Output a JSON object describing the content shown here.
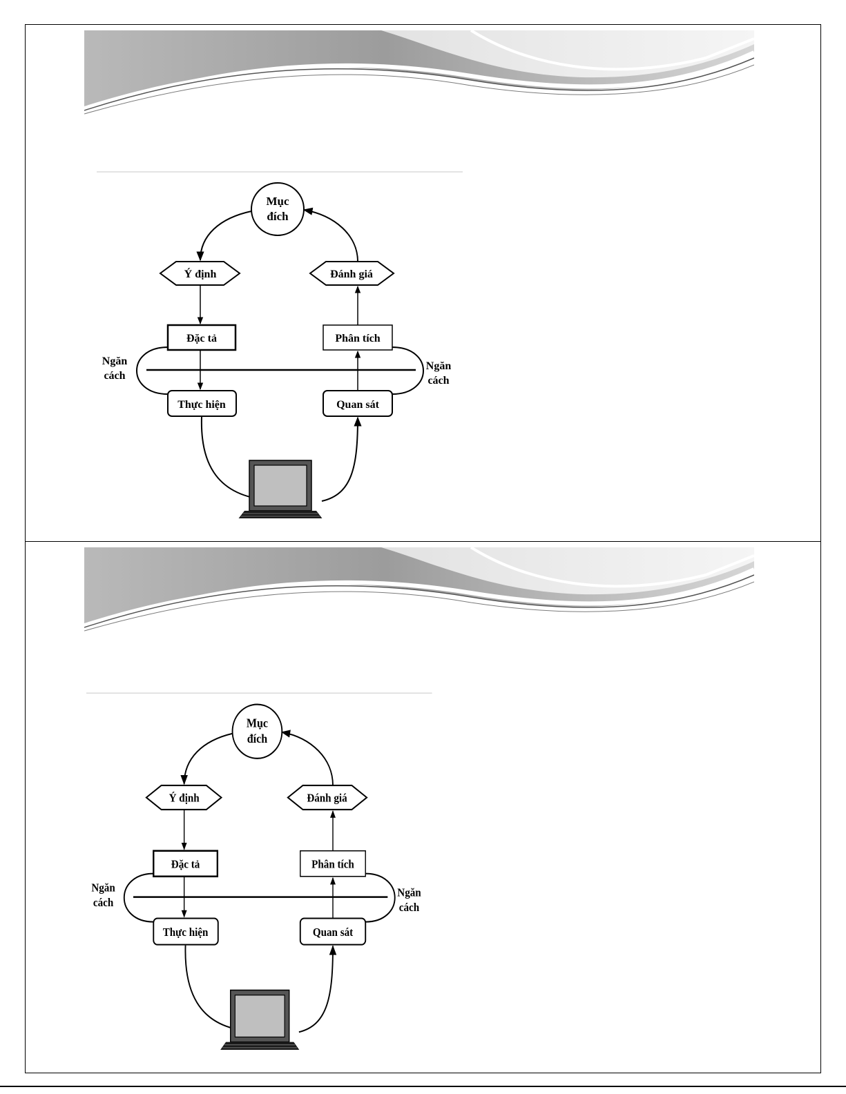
{
  "slides": [
    {
      "nodes": {
        "goal": "Mục đích",
        "intention": "Ý định",
        "evaluation": "Đánh giá",
        "specification": "Đặc tả",
        "analysis": "Phân tích",
        "execution": "Thực hiện",
        "observation": "Quan sát",
        "gulf_left": [
          "Ngăn",
          "cách"
        ],
        "gulf_right": [
          "Ngăn",
          "cách"
        ]
      }
    },
    {
      "nodes": {
        "goal": "Mục đích",
        "intention": "Ý định",
        "evaluation": "Đánh giá",
        "specification": "Đặc tả",
        "analysis": "Phân tích",
        "execution": "Thực hiện",
        "observation": "Quan sát",
        "gulf_left": [
          "Ngăn",
          "cách"
        ],
        "gulf_right": [
          "Ngăn",
          "cách"
        ]
      }
    }
  ]
}
